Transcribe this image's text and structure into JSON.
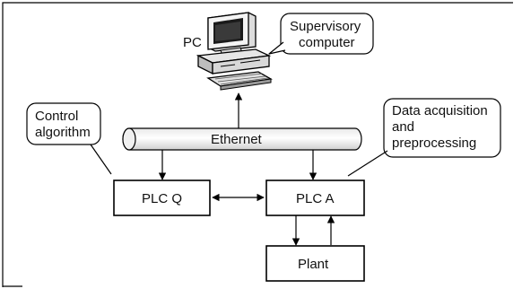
{
  "labels": {
    "pc": "PC",
    "supervisory": [
      "Supervisory",
      "computer"
    ],
    "control": [
      "Control",
      "algorithm"
    ],
    "data_acq": [
      "Data acquisition",
      "and",
      "preprocessing"
    ],
    "ethernet": "Ethernet"
  },
  "blocks": {
    "plc_q": "PLC Q",
    "plc_a": "PLC A",
    "plant": "Plant"
  }
}
